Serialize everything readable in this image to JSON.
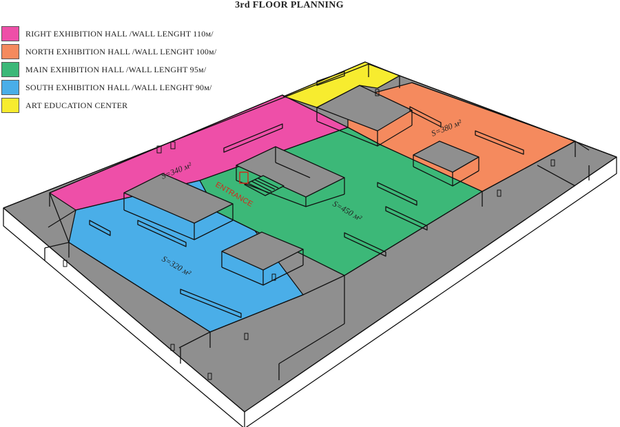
{
  "title": "3rd FLOOR PLANNING",
  "legend": [
    {
      "label": "RIGHT EXHIBITION HALL /WALL LENGHT 110м/",
      "color": "#ee4fa8"
    },
    {
      "label": "NORTH EXHIBITION HALL /WALL LENGHT 100м/",
      "color": "#f58a5e"
    },
    {
      "label": "MAIN EXHIBITION HALL /WALL LENGHT 95м/",
      "color": "#3cb878"
    },
    {
      "label": "SOUTH EXHIBITION HALL /WALL LENGHT 90м/",
      "color": "#4aaee8"
    },
    {
      "label": "ART EDUCATION CENTER",
      "color": "#f7ec2f"
    }
  ],
  "areas": {
    "right": "S=340 м²",
    "north": "S=380 м²",
    "main": "S=450 м²",
    "south": "S=320 м²"
  },
  "entrance": "ENTRANCE",
  "colors": {
    "corridor": "#8f8f8f",
    "wall_line": "#111111",
    "entrance": "#d12a1a"
  }
}
